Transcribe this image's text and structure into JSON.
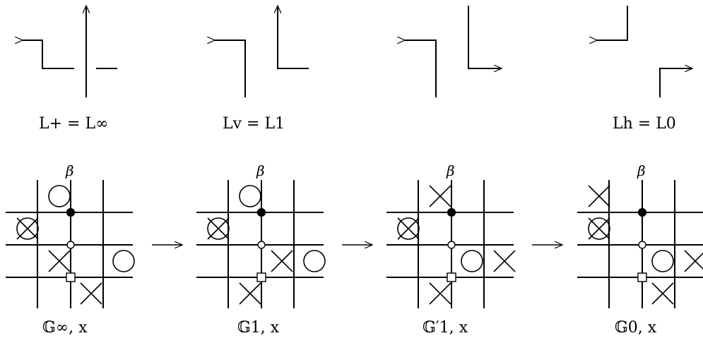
{
  "link_labels": [
    {
      "id": "L-plus",
      "text": "L+ = L∞"
    },
    {
      "id": "L-v",
      "text": "Lv = L1"
    },
    {
      "id": "L-h",
      "text": "Lh = L0"
    }
  ],
  "diagram_labels": [
    {
      "id": "G-infinity",
      "text": "𝔾∞, x"
    },
    {
      "id": "G-1",
      "text": "𝔾1, x"
    },
    {
      "id": "G-1-prime",
      "text": "𝔾′1, x"
    },
    {
      "id": "G-0",
      "text": "𝔾0, x"
    }
  ],
  "beta_label": "β",
  "grid_diagrams": [
    {
      "name": "grid-G-infinity",
      "O": [
        [
          1,
          0
        ],
        [
          0,
          1
        ],
        [
          3,
          2
        ]
      ],
      "X": [
        [
          0,
          1
        ],
        [
          1,
          2
        ],
        [
          2,
          3
        ]
      ]
    },
    {
      "name": "grid-G-1",
      "O": [
        [
          1,
          0
        ],
        [
          0,
          1
        ],
        [
          3,
          2
        ]
      ],
      "X": [
        [
          0,
          1
        ],
        [
          2,
          2
        ],
        [
          1,
          3
        ]
      ]
    },
    {
      "name": "grid-G-1-prime",
      "O": [
        [
          0,
          1
        ],
        [
          2,
          2
        ]
      ],
      "X": [
        [
          0,
          1
        ],
        [
          1,
          0
        ],
        [
          3,
          2
        ],
        [
          1,
          3
        ]
      ]
    },
    {
      "name": "grid-G-0",
      "O": [
        [
          0,
          1
        ],
        [
          2,
          2
        ]
      ],
      "X": [
        [
          0,
          1
        ],
        [
          0,
          0
        ],
        [
          3,
          2
        ],
        [
          2,
          3
        ]
      ]
    }
  ]
}
